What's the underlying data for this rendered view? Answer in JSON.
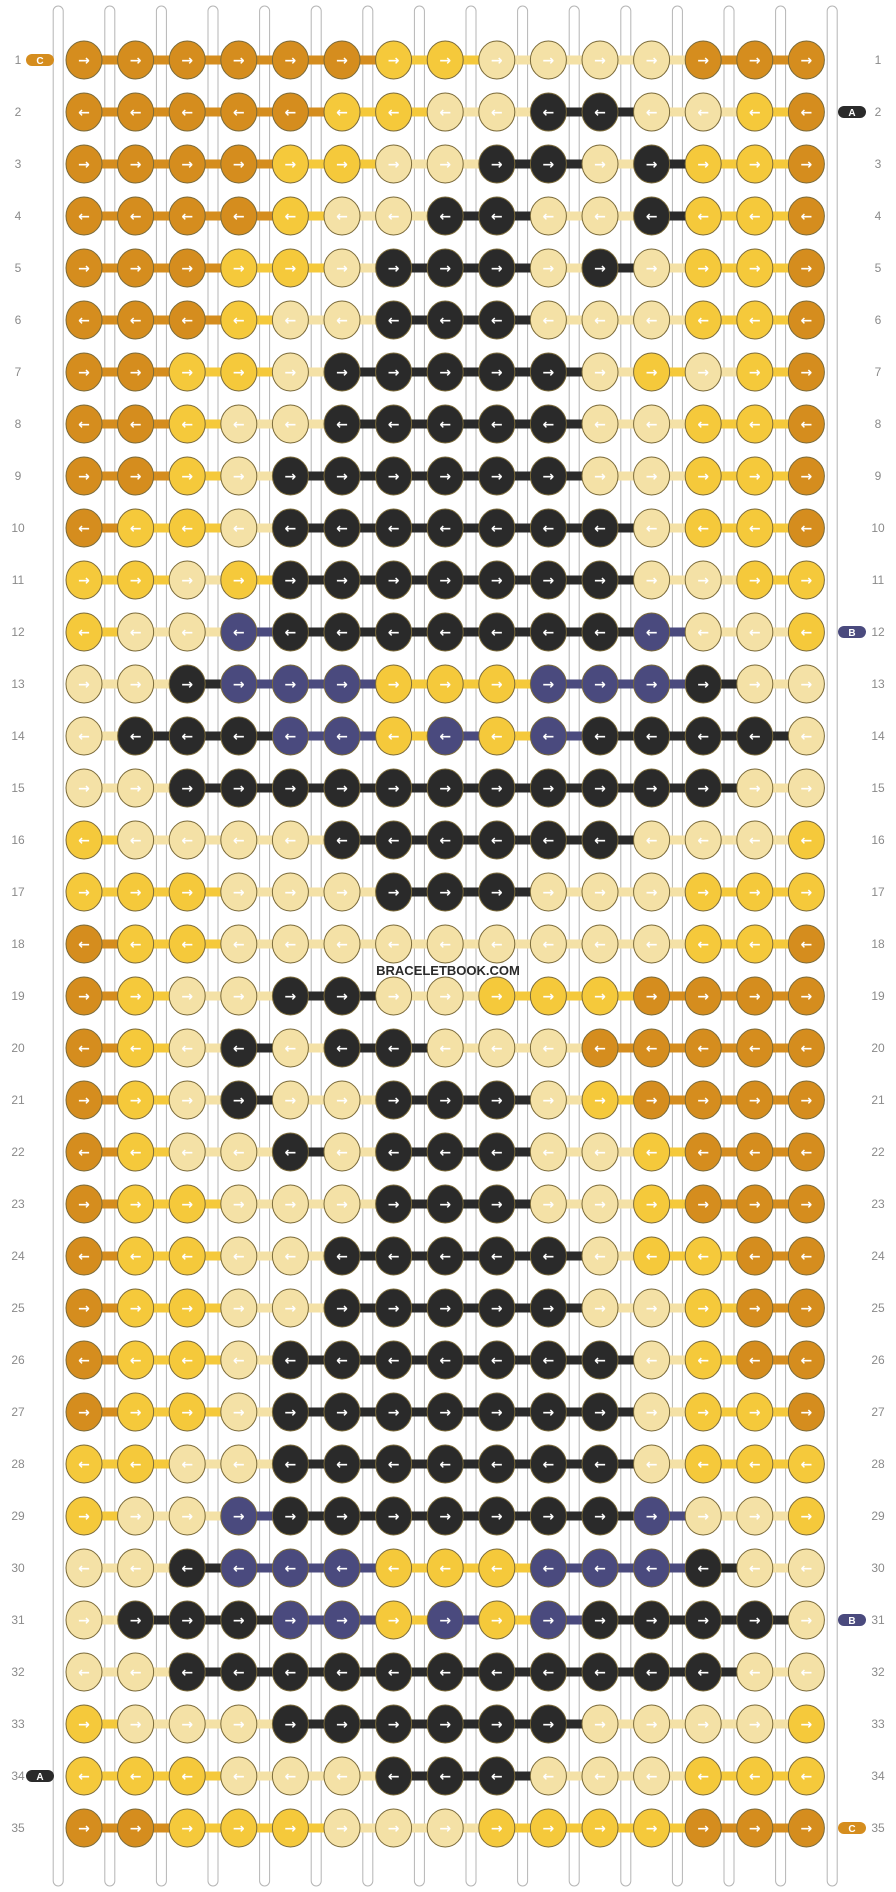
{
  "pattern": {
    "watermark": "BRACELETBOOK.COM",
    "row_count": 35,
    "strand_count": 16,
    "strand_tags": {
      "left_top": "C",
      "right_top": "A",
      "right_row12": "B",
      "right_row31": "B",
      "left_row34": "A",
      "right_bottom": "C"
    },
    "colors": {
      "O": "#d58d1e",
      "Y": "#f5c93b",
      "C": "#f4e1a6",
      "K": "#2a2a2a",
      "B": "#4a4a7e"
    },
    "rows": [
      {
        "label": "1",
        "dir": "R",
        "knots": "OOOOOOYYCCCCOOO"
      },
      {
        "label": "2",
        "dir": "L",
        "knots": "OOOOOYYCCKKCCYO"
      },
      {
        "label": "3",
        "dir": "R",
        "knots": "OOOOYYCCKKCKYYO"
      },
      {
        "label": "4",
        "dir": "L",
        "knots": "OOOOYCCKKCCKYYO"
      },
      {
        "label": "5",
        "dir": "R",
        "knots": "OOOYYCKKKCKCYYO"
      },
      {
        "label": "6",
        "dir": "L",
        "knots": "OOOYCCKKKCCCYYO"
      },
      {
        "label": "7",
        "dir": "R",
        "knots": "OOYYCKKKKKCYCYO"
      },
      {
        "label": "8",
        "dir": "L",
        "knots": "OOYCCKKKKKCCYYO"
      },
      {
        "label": "9",
        "dir": "R",
        "knots": "OOYCKKKKKKCCYYO"
      },
      {
        "label": "10",
        "dir": "L",
        "knots": "OYYCKKKKKKKCYYO"
      },
      {
        "label": "11",
        "dir": "R",
        "knots": "YYCYKKKKKKKCCYY"
      },
      {
        "label": "12",
        "dir": "L",
        "knots": "YCCBKKKKKKKBCCY"
      },
      {
        "label": "13",
        "dir": "R",
        "knots": "CCKBBBYYYBBBKCC"
      },
      {
        "label": "14",
        "dir": "L",
        "knots": "CKKKBBYBYBKKKKC"
      },
      {
        "label": "15",
        "dir": "R",
        "knots": "CCKKKKKKKKKKKCC"
      },
      {
        "label": "16",
        "dir": "L",
        "knots": "YCCCCKKKKKKCCCY"
      },
      {
        "label": "17",
        "dir": "R",
        "knots": "YYYCCCKKKCCCYYY"
      },
      {
        "label": "18",
        "dir": "L",
        "knots": "OYYCCCCCCCCCYYO"
      },
      {
        "label": "19",
        "dir": "R",
        "knots": "OYCCKKCCYYYOOOO"
      },
      {
        "label": "20",
        "dir": "L",
        "knots": "OYCKCKKCCCOOOOO"
      },
      {
        "label": "21",
        "dir": "R",
        "knots": "OYCKCCKKKCYOOOO"
      },
      {
        "label": "22",
        "dir": "L",
        "knots": "OYCCKCKKKCCYOOO"
      },
      {
        "label": "23",
        "dir": "R",
        "knots": "OYYCCCKKKCCYOOO"
      },
      {
        "label": "24",
        "dir": "L",
        "knots": "OYYCCKKKKKCYYOO"
      },
      {
        "label": "25",
        "dir": "R",
        "knots": "OYYCCKKKKKCCYOO"
      },
      {
        "label": "26",
        "dir": "L",
        "knots": "OYYCKKKKKKKCYOO"
      },
      {
        "label": "27",
        "dir": "R",
        "knots": "OYYCKKKKKKKCYYO"
      },
      {
        "label": "28",
        "dir": "L",
        "knots": "YYCCKKKKKKKCYYY"
      },
      {
        "label": "29",
        "dir": "R",
        "knots": "YCCBKKKKKKKBCCY"
      },
      {
        "label": "30",
        "dir": "L",
        "knots": "CCKBBBYYYBBBKCC"
      },
      {
        "label": "31",
        "dir": "R",
        "knots": "CKKKBBYBYBKKKKC"
      },
      {
        "label": "32",
        "dir": "L",
        "knots": "CCKKKKKKKKKKKCC"
      },
      {
        "label": "33",
        "dir": "R",
        "knots": "YCCCKKKKKKCCCCY"
      },
      {
        "label": "34",
        "dir": "L",
        "knots": "YYYCCCKKKCCCYYY"
      },
      {
        "label": "35",
        "dir": "R",
        "knots": "OOYYYCCCYYYYOOO"
      }
    ]
  }
}
